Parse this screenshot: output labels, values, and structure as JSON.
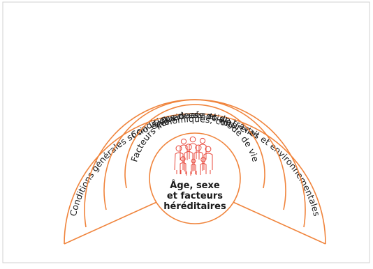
{
  "layers": {
    "outer": "Conditions générales socio-économiques, culturelles et environnementales",
    "living": "Conditions de vie et de travail",
    "social": "Influences sociales",
    "individual": "Facteurs individuels de mode de vie"
  },
  "center": {
    "line1": "Âge, sexe",
    "line2": "et facteurs",
    "line3": "héréditaires",
    "icon": "people-group-icon"
  },
  "colors": {
    "arc_stroke": "#f0843c",
    "people_icon": "#e8473b",
    "frame_border": "#d0d0d0",
    "text": "#1a1a1a"
  }
}
